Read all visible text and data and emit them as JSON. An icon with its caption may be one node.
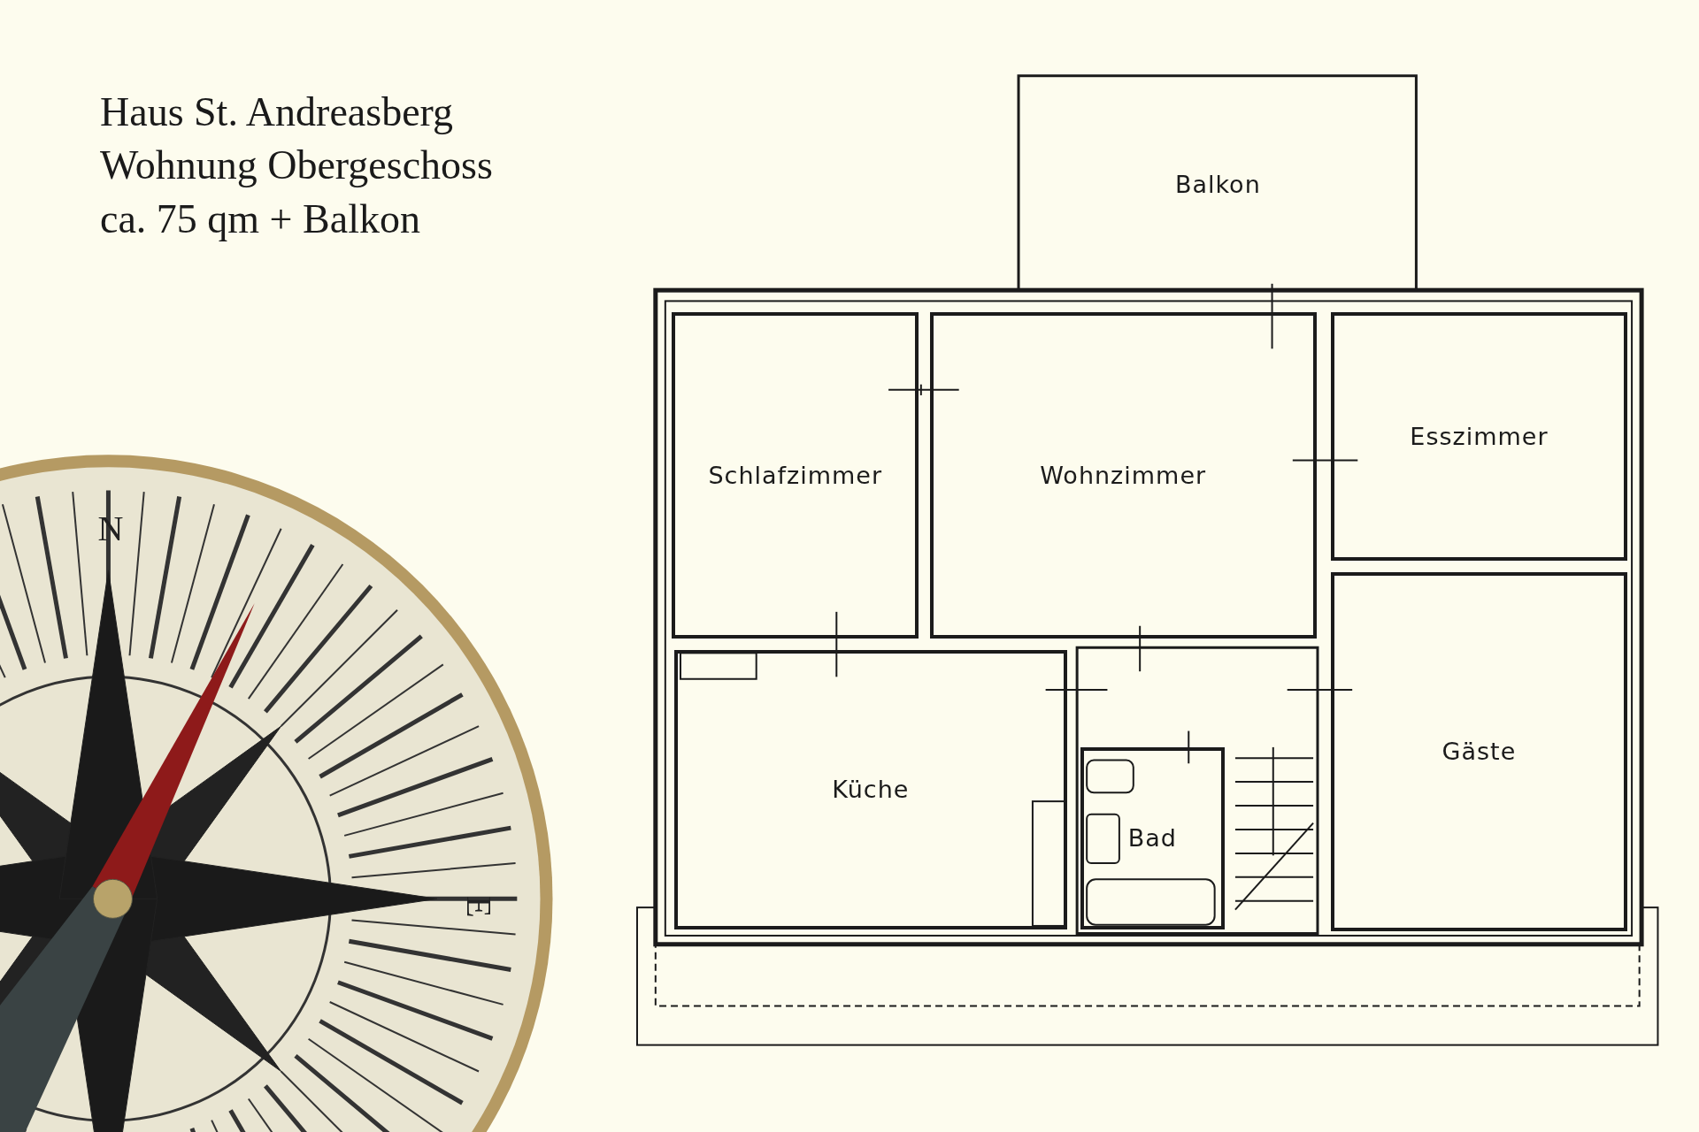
{
  "diagram": {
    "title": "Haus St. Andreasberg",
    "nodes": [
      {
        "text": [
          "Balkon"
        ]
      },
      {
        "text": [
          "Schlafzimmer"
        ]
      },
      {
        "text": [
          "Wohnzimmer"
        ]
      },
      {
        "text": [
          "Esszimmer"
        ]
      },
      {
        "text": [
          "Küche"
        ]
      },
      {
        "text": [
          "Bad"
        ]
      },
      {
        "text": [
          "Gäste"
        ]
      }
    ],
    "labels": [
      "Wohnung Obergeschoss",
      "ca. 75 qm + Balkon",
      "N",
      "E"
    ]
  }
}
